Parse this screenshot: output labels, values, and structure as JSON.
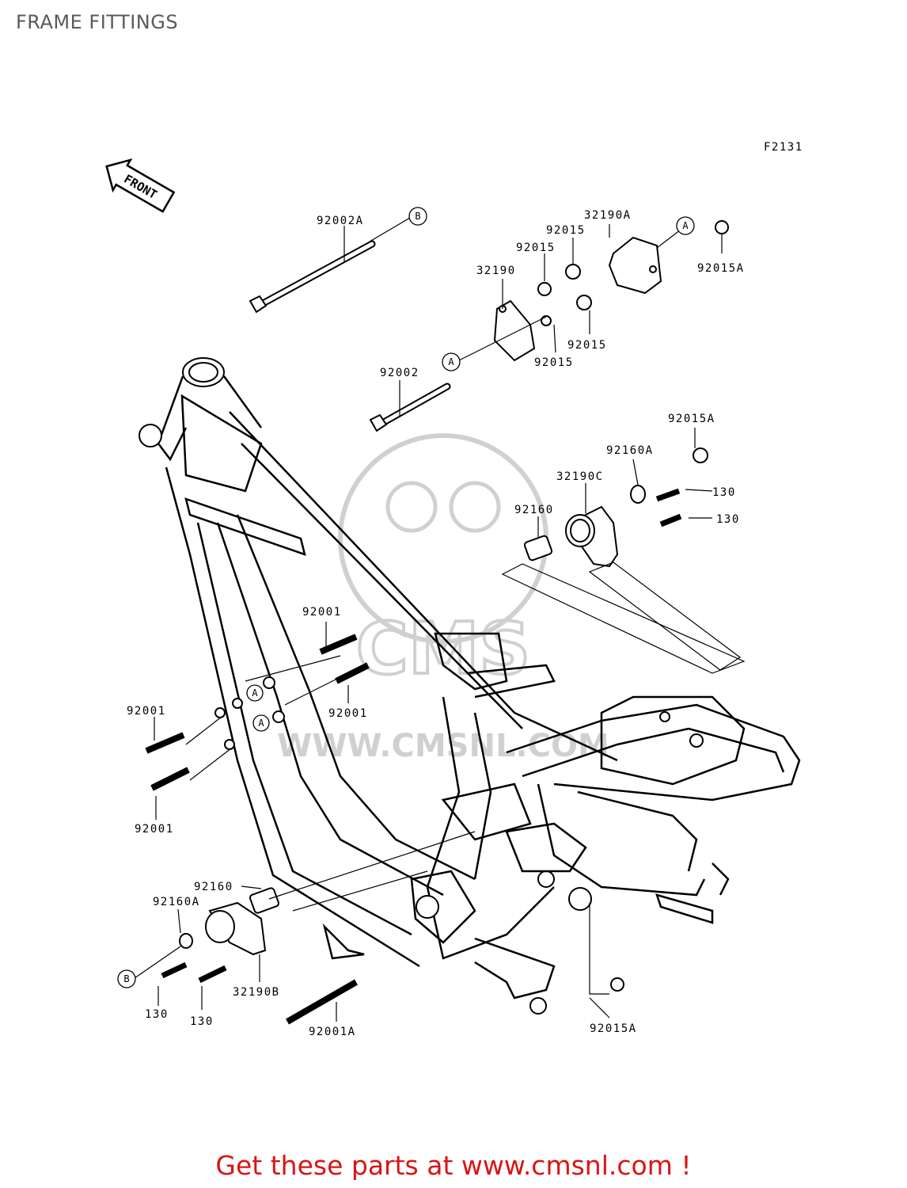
{
  "title": "FRAME FITTINGS",
  "figure_code": "F2131",
  "front_label": "FRONT",
  "footer": "Get these parts at www.cmsnl.com !",
  "watermark": "WWW.CMSNL.COM",
  "part_labels": {
    "p92002A": "92002A",
    "p32190A": "32190A",
    "p92015_a": "92015",
    "p92015_b": "92015",
    "p92015A_top": "92015A",
    "p32190": "32190",
    "p92015_c": "92015",
    "p92015_d": "92015",
    "p92002": "92002",
    "p92015A_mid": "92015A",
    "p92160A_top": "92160A",
    "p32190C": "32190C",
    "p130_a": "130",
    "p92160_top": "92160",
    "p130_b": "130",
    "p92001_a": "92001",
    "p92001_b": "92001",
    "p92001_c": "92001",
    "p92001_d": "92001",
    "p92160_bot": "92160",
    "p92160A_bot": "92160A",
    "p130_c": "130",
    "p130_d": "130",
    "p32190B": "32190B",
    "p92001A": "92001A",
    "p92015A_bot": "92015A"
  },
  "ref_markers": {
    "B_top": "B",
    "A_top": "A",
    "A_left": "A",
    "A_frame1": "A",
    "A_frame2": "A",
    "B_bot": "B"
  }
}
